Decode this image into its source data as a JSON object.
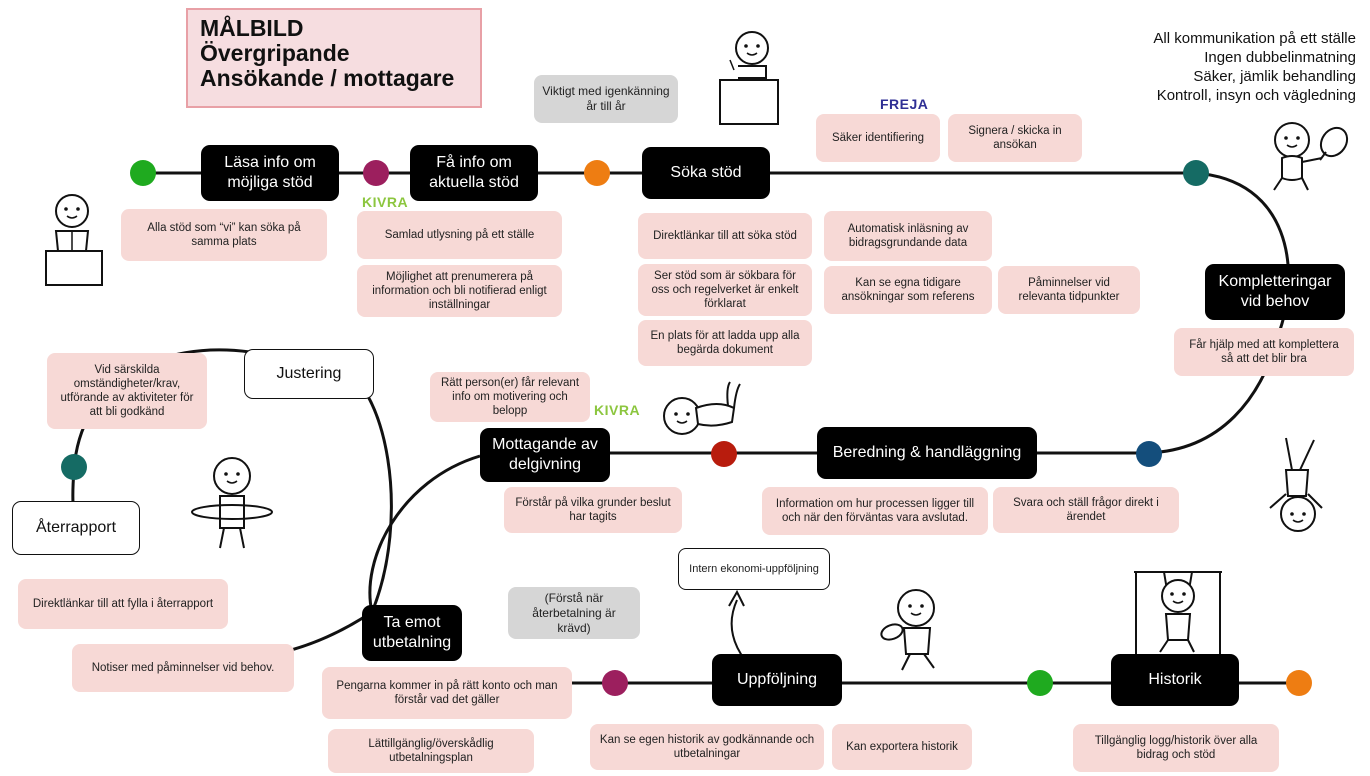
{
  "title": {
    "line1": "MÅLBILD",
    "line2": "Övergripande",
    "line3": "Ansökande / mottagare"
  },
  "goals": [
    "All kommunikation på ett ställe",
    "Ingen dubbelinmatning",
    "Säker, jämlik behandling",
    "Kontroll, insyn och vägledning"
  ],
  "stages": {
    "lasa_info": "Läsa info om möjliga stöd",
    "fa_info": "Få info om aktuella stöd",
    "soka_stod": "Söka stöd",
    "kompletteringar": "Kompletteringar vid behov",
    "beredning": "Beredning & handläggning",
    "mottagande": "Mottagande av delgivning",
    "justering": "Justering",
    "aterrapport": "Återrapport",
    "ta_emot": "Ta emot utbetalning",
    "uppfoljning": "Uppföljning",
    "historik": "Historik"
  },
  "notes": {
    "alla_stod": "Alla stöd som “vi” kan söka på samma plats",
    "samlad_utlysning": "Samlad utlysning på ett ställe",
    "prenumerera": "Möjlighet att prenumerera på information och bli notifierad enligt inställningar",
    "direktlankar_soka": "Direktlänkar till att söka stöd",
    "sokbara": "Ser stöd som är sökbara för oss och regelverket är enkelt förklarat",
    "ladda_upp": "En plats för att ladda upp alla begärda dokument",
    "automatisk": "Automatisk inläsning av bidragsgrundande data",
    "tidigare": "Kan se egna tidigare ansökningar som referens",
    "paminnelser_tid": "Påminnelser vid relevanta tidpunkter",
    "saker_id": "Säker identifiering",
    "signera": "Signera / skicka in ansökan",
    "hjalp_komplettera": "Får hjälp med att komplettera så att det blir bra",
    "process_status": "Information om hur processen ligger till och när den förväntas vara avslutad.",
    "svara_fragor": "Svara och ställ frågor direkt i ärendet",
    "ratt_personer": "Rätt person(er) får relevant info om motivering och belopp",
    "forstar_grunder": "Förstår på vilka grunder beslut har tagits",
    "sarskilda": "Vid särskilda omständigheter/krav, utförande av aktiviteter för att bli godkänd",
    "direktlankar_aterrapport": "Direktlänkar till att fylla i återrapport",
    "notiser": "Notiser med påminnelser vid behov.",
    "pengarna": "Pengarna kommer in på rätt konto och man förstår vad det gäller",
    "lattillganglig": "Lättillgänglig/överskådlig utbetalningsplan",
    "egen_historik": "Kan se egen historik av godkännande och utbetalningar",
    "exportera": "Kan exportera historik",
    "tillganglig_logg": "Tillgänglig logg/historik över alla bidrag och stöd"
  },
  "gray_notes": {
    "igenkanning": "Viktigt med igenkänning år till år",
    "aterbetalning": "(Förstå när återbetalning är krävd)"
  },
  "intern": "Intern ekonomi-uppföljning",
  "brands": {
    "kivra_top": "KIVRA",
    "kivra_mid": "KIVRA",
    "freja": "FREJA"
  },
  "colors": {
    "green": "#1faa1f",
    "magenta": "#9c1f5e",
    "orange": "#ee7d12",
    "teal": "#156b64",
    "navy": "#144e7c",
    "red": "#b81c0d",
    "kivra": "#8cc63f",
    "freja": "#2f2f94",
    "note_pink": "#f7d9d6",
    "title_border": "#e8a0a6"
  }
}
